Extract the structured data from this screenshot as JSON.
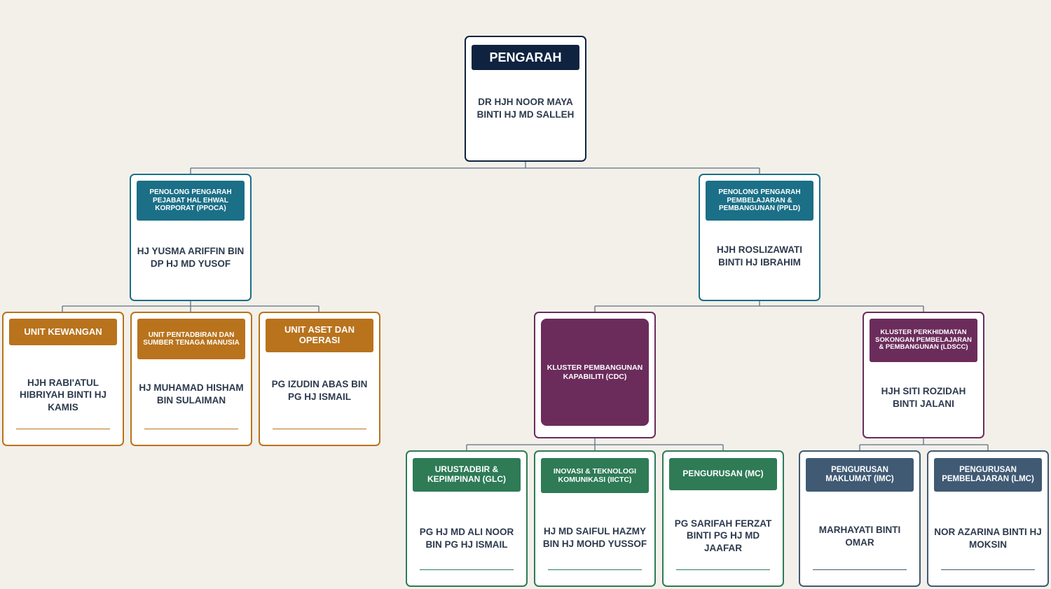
{
  "colors": {
    "navy": "#0f2340",
    "teal": "#1b6f87",
    "gold": "#b8731c",
    "purple": "#6b2c5c",
    "green": "#2e7b56",
    "slate": "#405a74"
  },
  "director": {
    "title": "PENGARAH",
    "name": "DR HJH NOOR MAYA BINTI HJ MD SALLEH"
  },
  "ppoca": {
    "title": "PENOLONG PENGARAH PEJABAT HAL EHWAL KORPORAT (PPOCA)",
    "name": "HJ YUSMA ARIFFIN BIN DP HJ MD YUSOF"
  },
  "ppld": {
    "title": "PENOLONG PENGARAH PEMBELAJARAN & PEMBANGUNAN (PPLD)",
    "name": "HJH ROSLIZAWATI BINTI HJ IBRAHIM"
  },
  "kewangan": {
    "title": "UNIT KEWANGAN",
    "name": "HJH RABI'ATUL HIBRIYAH BINTI HJ KAMIS"
  },
  "pentadbiran": {
    "title": "UNIT PENTADBIRAN DAN SUMBER TENAGA MANUSIA",
    "name": "HJ MUHAMAD HISHAM BIN SULAIMAN"
  },
  "aset": {
    "title": "UNIT ASET DAN OPERASI",
    "name": "PG IZUDIN ABAS BIN PG HJ ISMAIL"
  },
  "cdc": {
    "title": "KLUSTER PEMBANGUNAN KAPABILITI (CDC)"
  },
  "ldscc": {
    "title": "KLUSTER PERKHIDMATAN SOKONGAN PEMBELAJARAN & PEMBANGUNAN (LDSCC)",
    "name": "HJH SITI ROZIDAH BINTI JALANI"
  },
  "glc": {
    "title": "URUSTADBIR & KEPIMPINAN (GLC)",
    "name": "PG HJ MD ALI NOOR BIN PG HJ ISMAIL"
  },
  "iictc": {
    "title": "INOVASI & TEKNOLOGI KOMUNIKASI (IICTC)",
    "name": "HJ MD SAIFUL HAZMY BIN HJ MOHD YUSSOF"
  },
  "mc": {
    "title": "PENGURUSAN (MC)",
    "name": "PG SARIFAH FERZAT BINTI PG HJ MD JAAFAR"
  },
  "imc": {
    "title": "PENGURUSAN MAKLUMAT (IMC)",
    "name": "MARHAYATI BINTI OMAR"
  },
  "lmc": {
    "title": "PENGURUSAN PEMBELAJARAN (LMC)",
    "name": "NOR AZARINA BINTI HJ MOKSIN"
  }
}
